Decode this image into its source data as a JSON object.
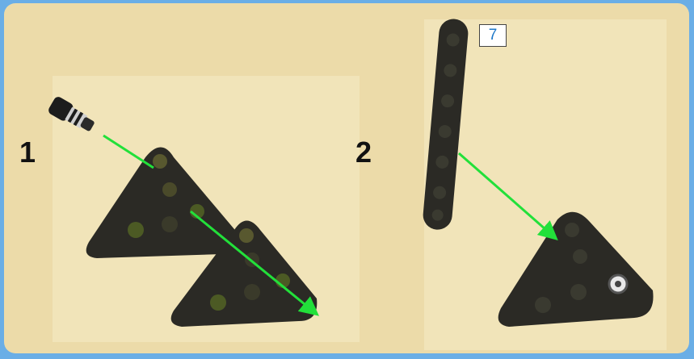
{
  "steps": [
    {
      "number": "1"
    },
    {
      "number": "2"
    }
  ],
  "part_badge": {
    "label": "7"
  },
  "colors": {
    "panel_background": "#ecdba9",
    "border_blue": "#6aaee6",
    "part_dark": "#2b2a25",
    "arrow_green": "#22e03a",
    "badge_text": "#1e78c8"
  },
  "icons": [
    "connector-pin-icon",
    "triangle-beam-icon",
    "straight-beam-icon",
    "bushing-icon",
    "direction-arrow-icon"
  ]
}
